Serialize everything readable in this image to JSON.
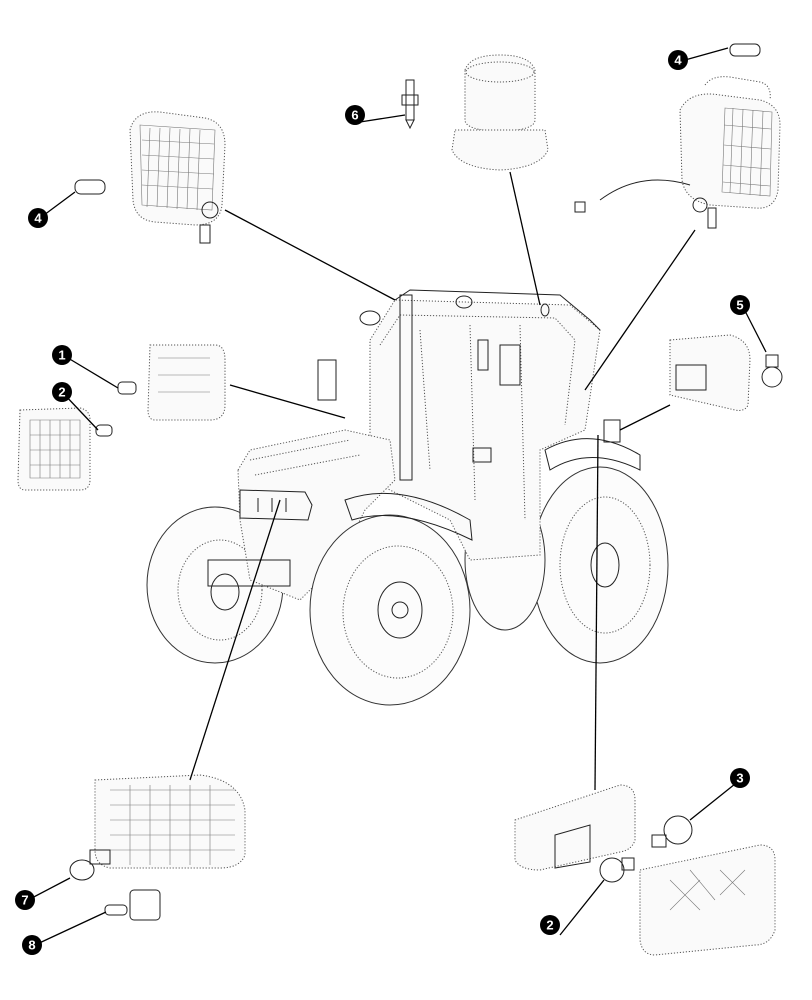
{
  "diagram": {
    "callouts": [
      {
        "id": "c1",
        "number": "1"
      },
      {
        "id": "c2a",
        "number": "2"
      },
      {
        "id": "c2b",
        "number": "2"
      },
      {
        "id": "c3",
        "number": "3"
      },
      {
        "id": "c4a",
        "number": "4"
      },
      {
        "id": "c4b",
        "number": "4"
      },
      {
        "id": "c5",
        "number": "5"
      },
      {
        "id": "c6",
        "number": "6"
      },
      {
        "id": "c7",
        "number": "7"
      },
      {
        "id": "c8",
        "number": "8"
      }
    ],
    "colors": {
      "ink": "#000000",
      "dotted_line": "#555555",
      "background": "#ffffff"
    },
    "icons": [
      "tractor-icon",
      "work-lamp-icon",
      "beacon-icon",
      "front-lamp-icon",
      "bulb-icon",
      "rear-lamp-icon",
      "headlamp-icon"
    ]
  }
}
